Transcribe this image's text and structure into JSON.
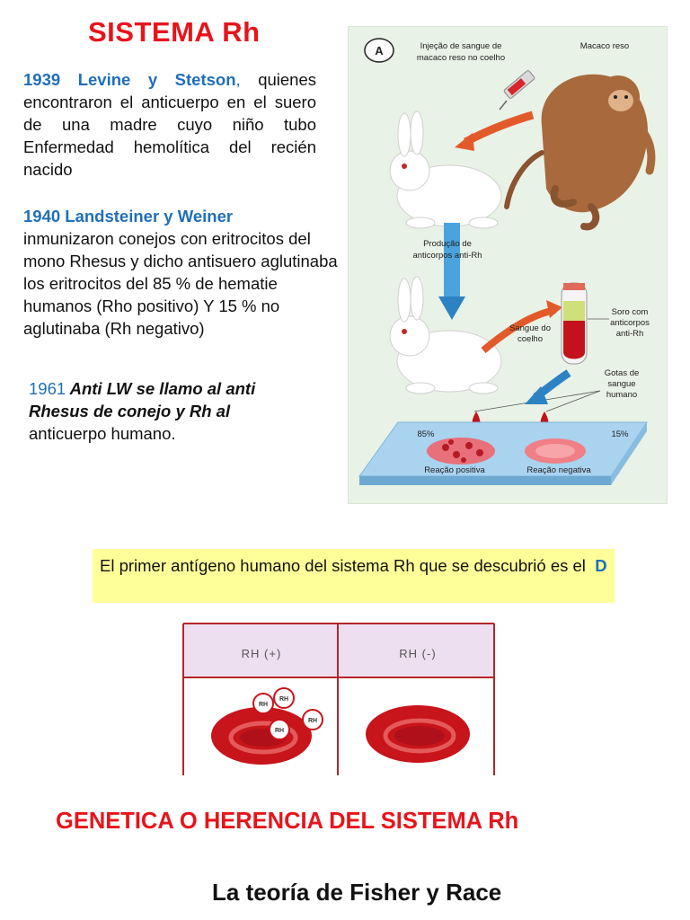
{
  "title": "SISTEMA  Rh",
  "p1939": {
    "highlight": "1939 Levine y Stetson",
    "comma": ",",
    "text": " quienes encontraron el anticuerpo en el suero de una madre cuyo niño tubo Enfermedad hemolítica del recién nacido"
  },
  "p1940": {
    "highlight": "1940 Landsteiner y Weiner",
    "text": "inmunizaron conejos con eritrocitos del mono Rhesus y dicho antisuero aglutinaba los eritrocitos del 85 % de hematie humanos (Rho positivo) Y 15 % no aglutinaba (Rh negativo)"
  },
  "p1961": {
    "year": "1961",
    "italic": " Anti LW se llamo al anti Rhesus de conejo y Rh al",
    "text": "anticuerpo humano."
  },
  "diagram": {
    "panel_letter": "A",
    "label_injection_1": "Injeção de sangue de",
    "label_injection_2": "macaco reso no coelho",
    "label_monkey": "Macaco reso",
    "label_production_1": "Produção de",
    "label_production_2": "anticorpos anti-Rh",
    "label_rabbit_blood_1": "Sangue do",
    "label_rabbit_blood_2": "coelho",
    "label_serum_1": "Soro com",
    "label_serum_2": "anticorpos",
    "label_serum_3": "anti-Rh",
    "label_drops_1": "Gotas de",
    "label_drops_2": "sangue",
    "label_drops_3": "humano",
    "pct_left": "85%",
    "pct_right": "15%",
    "label_positive": "Reação positiva",
    "label_negative": "Reação negativa"
  },
  "yellow_box": {
    "text": "El primer antígeno humano del sistema Rh que se descubrió es el",
    "highlight": "D"
  },
  "rh_table": {
    "positive_header": "RH (+)",
    "negative_header": "RH (-)",
    "antigen_label": "RH"
  },
  "genetica": "GENETICA  O HERENCIA DEL SISTEMA Rh",
  "fisher": "La teoría de Fisher y Race"
}
